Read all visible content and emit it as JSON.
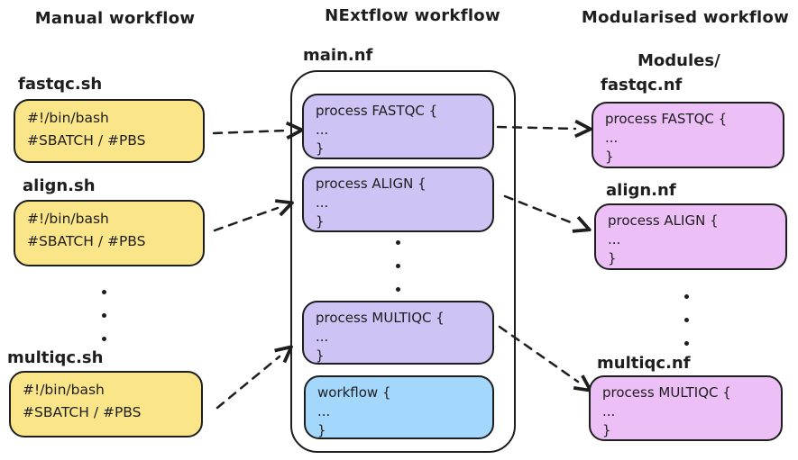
{
  "manual": {
    "title": "Manual workflow",
    "scripts": [
      {
        "filename": "fastqc.sh",
        "lines": [
          "#!/bin/bash",
          "#SBATCH / #PBS"
        ]
      },
      {
        "filename": "align.sh",
        "lines": [
          "#!/bin/bash",
          "#SBATCH / #PBS"
        ]
      },
      {
        "filename": "multiqc.sh",
        "lines": [
          "#!/bin/bash",
          "#SBATCH / #PBS"
        ]
      }
    ]
  },
  "nextflow": {
    "title": "NExtflow workflow",
    "file_label": "main.nf",
    "processes": [
      {
        "lines": [
          "process FASTQC {",
          "...",
          "}"
        ]
      },
      {
        "lines": [
          "process ALIGN {",
          "...",
          "}"
        ]
      },
      {
        "lines": [
          "process MULTIQC {",
          "...",
          "}"
        ]
      }
    ],
    "workflow_block": {
      "lines": [
        "workflow {",
        "...",
        "}"
      ]
    }
  },
  "modularised": {
    "title": "Modularised workflow",
    "folder_label": "Modules/",
    "modules": [
      {
        "filename": "fastqc.nf",
        "lines": [
          "process FASTQC {",
          "...",
          "}"
        ]
      },
      {
        "filename": "align.nf",
        "lines": [
          "process ALIGN {",
          "...",
          "}"
        ]
      },
      {
        "filename": "multiqc.nf",
        "lines": [
          "process MULTIQC {",
          "...",
          "}"
        ]
      }
    ]
  },
  "colors": {
    "script_fill": "#fae588",
    "process_fill": "#cec3f4",
    "workflow_fill": "#a3d7fb",
    "module_fill": "#ecbff7",
    "stroke": "#1e1e1e"
  }
}
